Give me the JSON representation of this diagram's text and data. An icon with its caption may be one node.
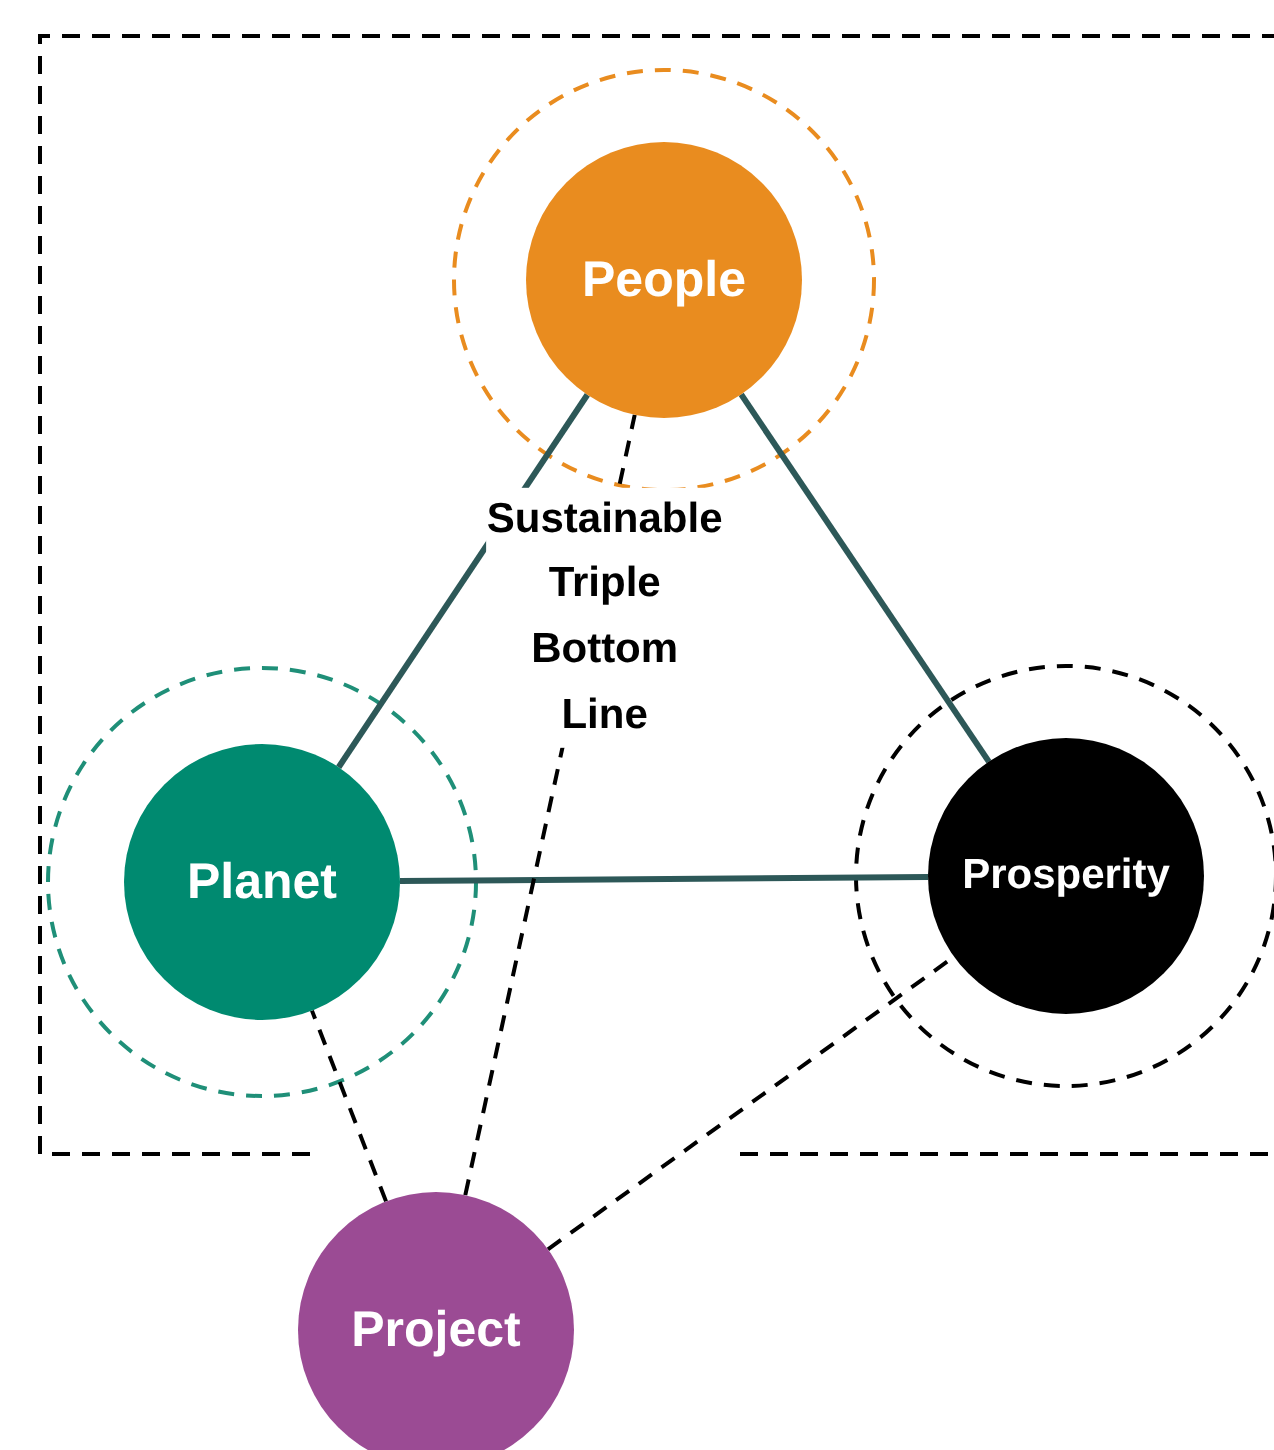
{
  "diagram": {
    "nodes": [
      {
        "text": [
          "People"
        ]
      },
      {
        "text": [
          "Planet"
        ]
      },
      {
        "text": [
          "Prosperity"
        ]
      },
      {
        "text": [
          "Project"
        ]
      }
    ],
    "edges": [
      {
        "from": 0,
        "to": 1,
        "arrow": "none"
      },
      {
        "from": 0,
        "to": 2,
        "arrow": "none"
      },
      {
        "from": 1,
        "to": 2,
        "arrow": "none"
      },
      {
        "from": 3,
        "to": 1,
        "arrow": "none",
        "style": "dashed",
        "color": "#000000"
      },
      {
        "from": 3,
        "to": 0,
        "arrow": "none",
        "style": "dashed",
        "color": "#000000",
        "label": "Sustainable Triple Bottom Line"
      },
      {
        "from": 3,
        "to": 2,
        "arrow": "none",
        "style": "dashed",
        "color": "#000000"
      }
    ]
  }
}
